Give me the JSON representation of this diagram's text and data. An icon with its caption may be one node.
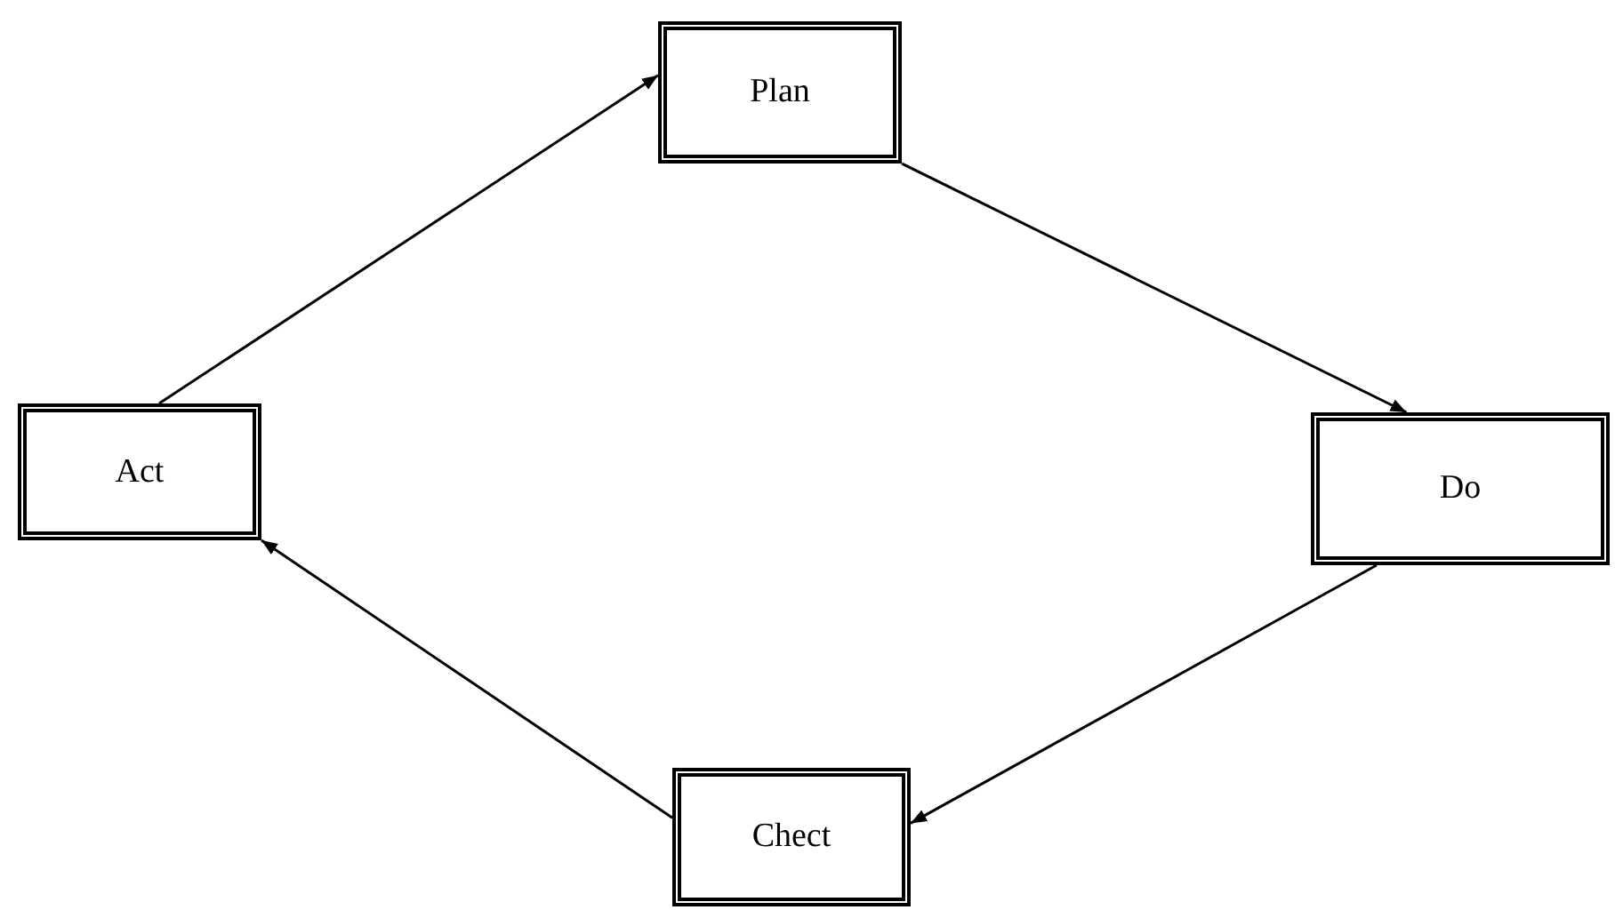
{
  "diagram": {
    "nodes": [
      {
        "text": [
          "Plan"
        ]
      },
      {
        "text": [
          "Do"
        ]
      },
      {
        "text": [
          "Chect"
        ]
      },
      {
        "text": [
          "Act"
        ]
      }
    ],
    "edges": [
      {
        "from": 3,
        "to": 0,
        "arrow": "to"
      },
      {
        "from": 0,
        "to": 1,
        "arrow": "to"
      },
      {
        "from": 1,
        "to": 2,
        "arrow": "to"
      },
      {
        "from": 2,
        "to": 3,
        "arrow": "to"
      }
    ]
  }
}
